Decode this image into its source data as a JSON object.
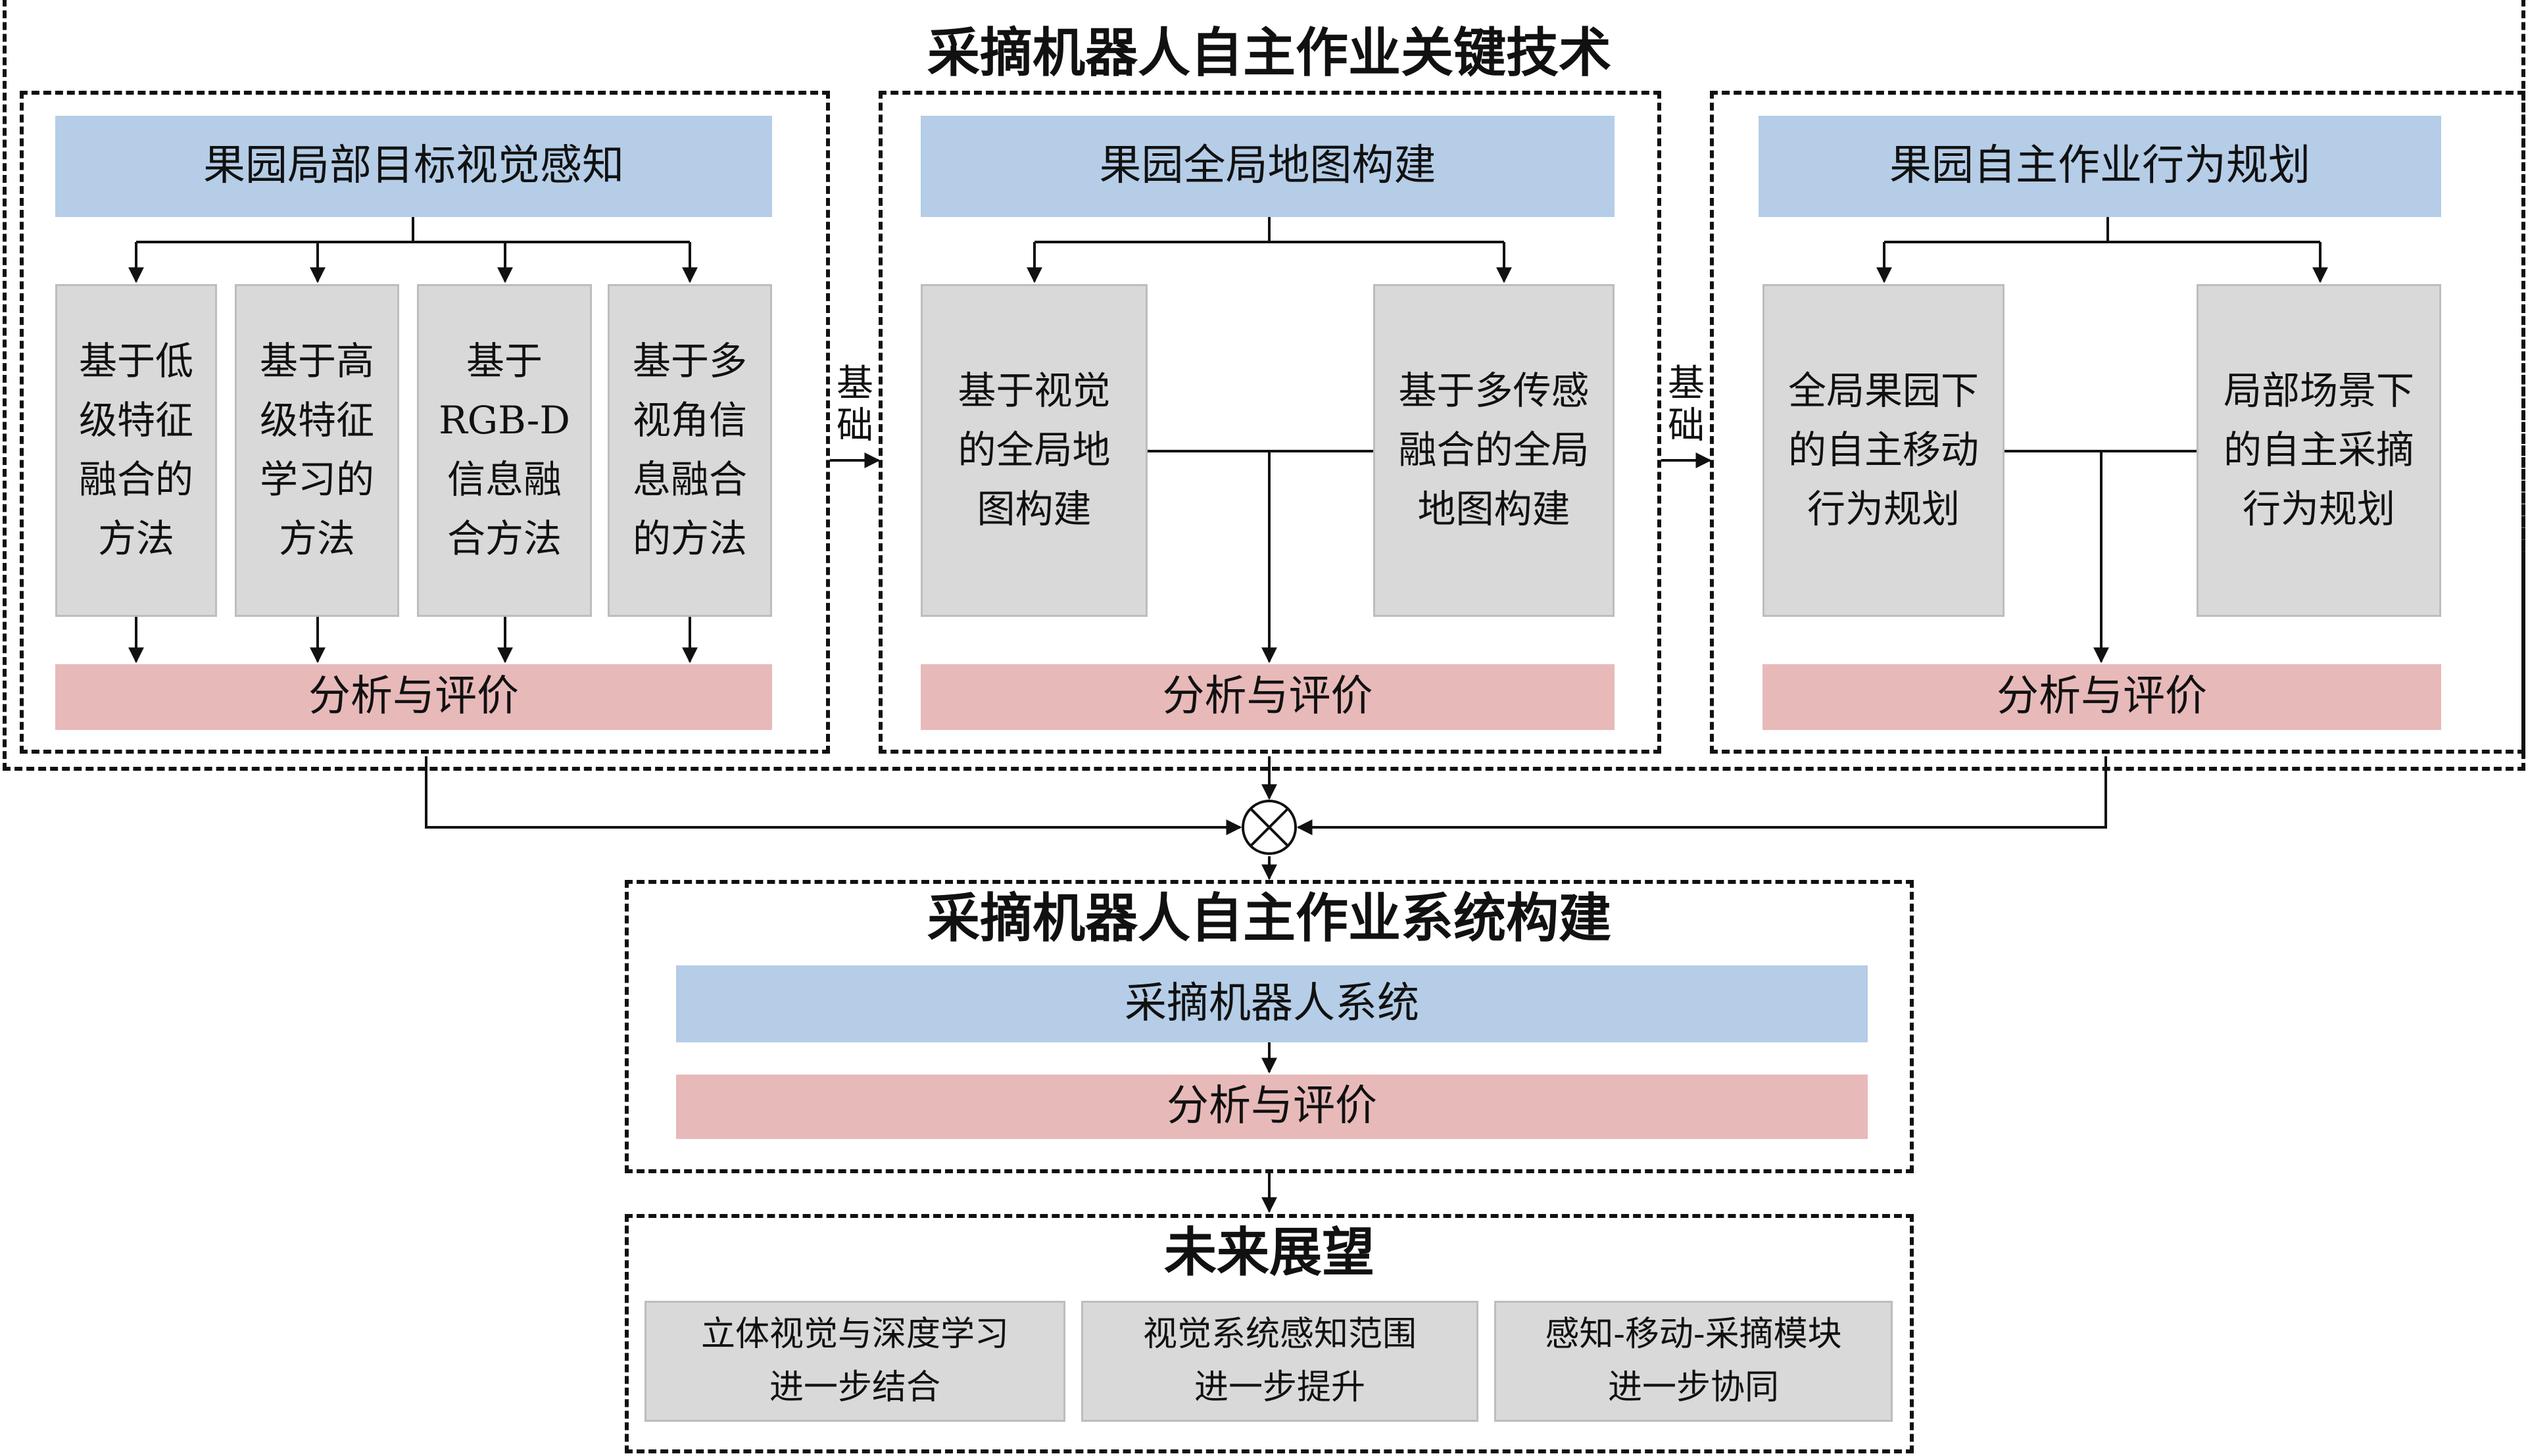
{
  "top_section": {
    "title": "采摘机器人自主作业关键技术",
    "panel_left": {
      "header": "果园局部目标视觉感知",
      "methods": [
        "基于低\n级特征\n融合的\n方法",
        "基于高\n级特征\n学习的\n方法",
        "基于\nRGB-D\n信息融\n合方法",
        "基于多\n视角信\n息融合\n的方法"
      ],
      "evaluation": "分析与评价"
    },
    "panel_middle": {
      "header": "果园全局地图构建",
      "methods": [
        "基于视觉\n的全局地\n图构建",
        "基于多传感\n融合的全局\n地图构建"
      ],
      "evaluation": "分析与评价"
    },
    "panel_right": {
      "header": "果园自主作业行为规划",
      "methods": [
        "全局果园下\n的自主移动\n行为规划",
        "局部场景下\n的自主采摘\n行为规划"
      ],
      "evaluation": "分析与评价"
    },
    "link_label_1": "基\n础",
    "link_label_2": "基\n础"
  },
  "system_section": {
    "title": "采摘机器人自主作业系统构建",
    "system": "采摘机器人系统",
    "evaluation": "分析与评价"
  },
  "future_section": {
    "title": "未来展望",
    "items": [
      "立体视觉与深度学习\n进一步结合",
      "视觉系统感知范围\n进一步提升",
      "感知-移动-采摘模块\n进一步协同"
    ]
  },
  "colors": {
    "header_blue": "#b5cde7",
    "evaluation_pink": "#e8b9b9",
    "method_gray": "#d9d9d9"
  }
}
